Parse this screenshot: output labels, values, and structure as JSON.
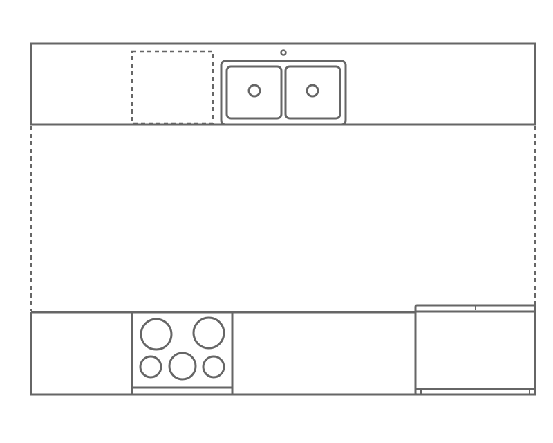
{
  "diagram": {
    "type": "kitchen-floor-plan",
    "layout": "galley",
    "colors": {
      "line": "#666666",
      "background": "#ffffff"
    },
    "elements": [
      {
        "name": "top-counter"
      },
      {
        "name": "dishwasher",
        "style": "dashed"
      },
      {
        "name": "double-sink",
        "basins": 2
      },
      {
        "name": "faucet"
      },
      {
        "name": "open-floor",
        "style": "dashed sides"
      },
      {
        "name": "bottom-counter"
      },
      {
        "name": "cooktop",
        "burners": 5
      },
      {
        "name": "refrigerator"
      }
    ]
  }
}
